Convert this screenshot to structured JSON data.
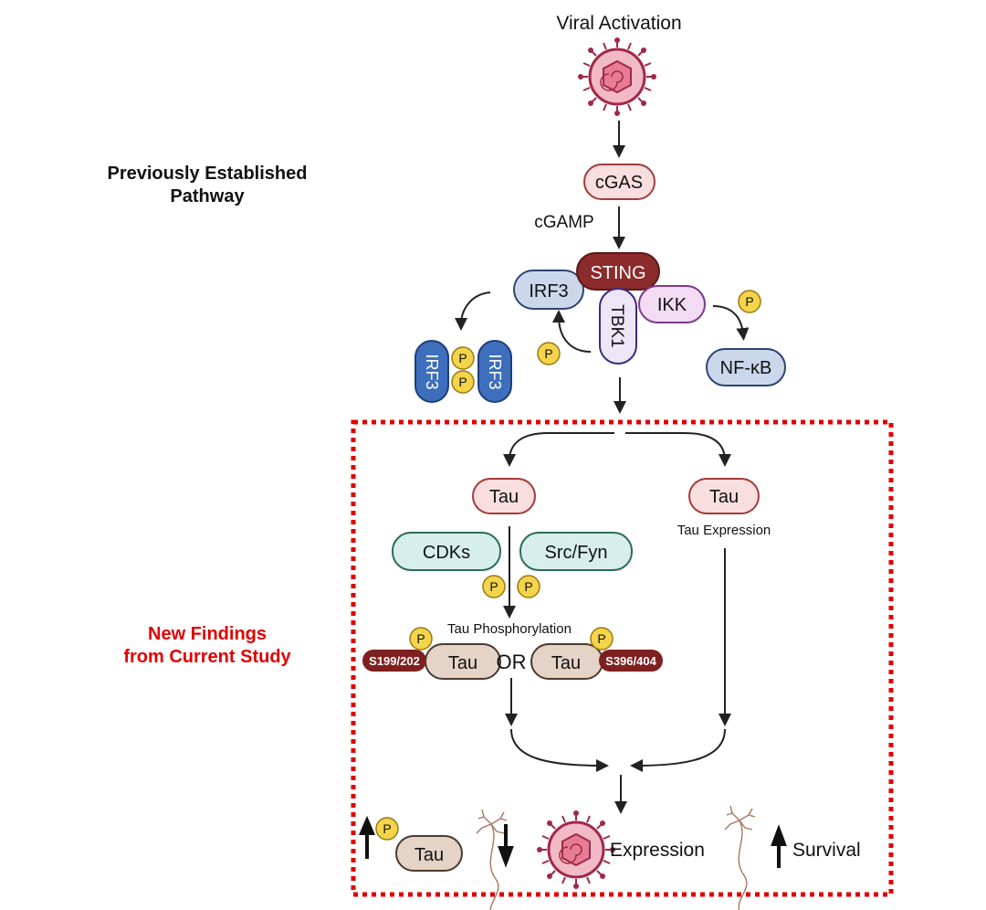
{
  "headers": {
    "previous_line1": "Previously Established",
    "previous_line2": "Pathway",
    "new_line1": "New Findings",
    "new_line2": "from Current Study"
  },
  "top": {
    "viral_activation": "Viral Activation",
    "cgas": "cGAS",
    "cgamp": "cGAMP",
    "sting": "STING",
    "irf3": "IRF3",
    "tbk1": "TBK1",
    "ikk": "IKK",
    "nfkb": "NF-κB",
    "p": "P"
  },
  "box": {
    "tau_left": "Tau",
    "tau_right": "Tau",
    "tau_expression": "Tau Expression",
    "cdks": "CDKs",
    "src_fyn": "Src/Fyn",
    "tau_phosphorylation": "Tau Phosphorylation",
    "site_left": "S199/202",
    "site_right": "S396/404",
    "or": "OR",
    "expression": "Expression",
    "survival": "Survival"
  },
  "colors": {
    "border_red": "#e00000",
    "sting": "#8b2b2b",
    "tau_pink": "#f8dede",
    "tau_pink_border": "#a33b3b",
    "kinase_fill": "#d7efea",
    "kinase_border": "#2c6b5e",
    "irf3_light": "#cbd8ec",
    "irf3_dark": "#3d6fbd",
    "phospho": "#f4d44a",
    "ptau_fill": "#e4d3c6",
    "virus": "#c8385a"
  }
}
